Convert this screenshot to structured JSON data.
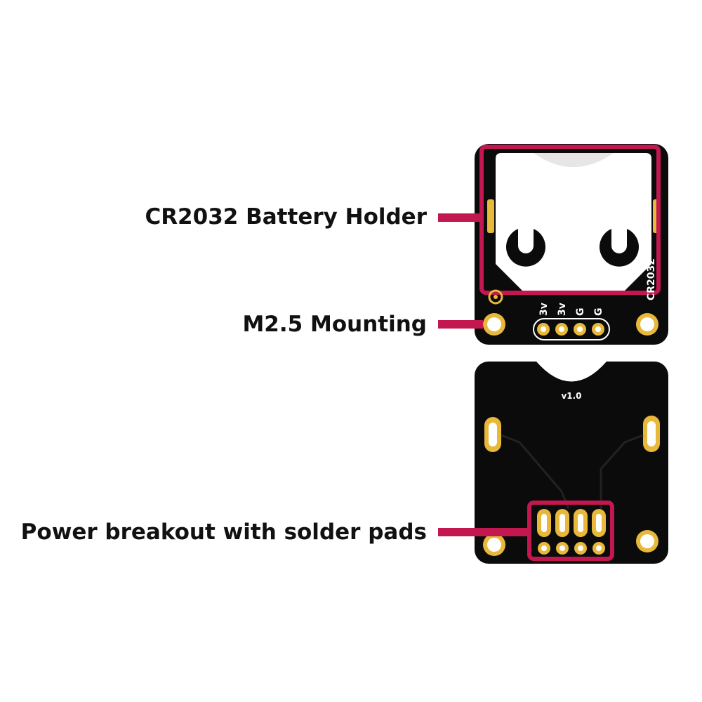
{
  "colors": {
    "background": "#ffffff",
    "board": "#0b0b0b",
    "callout": "#c2174f",
    "copper": "#e8b83a",
    "silkscreen": "#ffffff",
    "label_text": "#111111"
  },
  "callouts": {
    "battery_holder": "CR2032 Battery Holder",
    "mounting": "M2.5 Mounting",
    "power_breakout": "Power breakout with solder pads"
  },
  "front_board": {
    "pin_labels": [
      "3v",
      "3v",
      "G",
      "G"
    ],
    "part_marking": "CR2032",
    "logo": "hex-logo-icon"
  },
  "back_board": {
    "version": "v1.0"
  }
}
